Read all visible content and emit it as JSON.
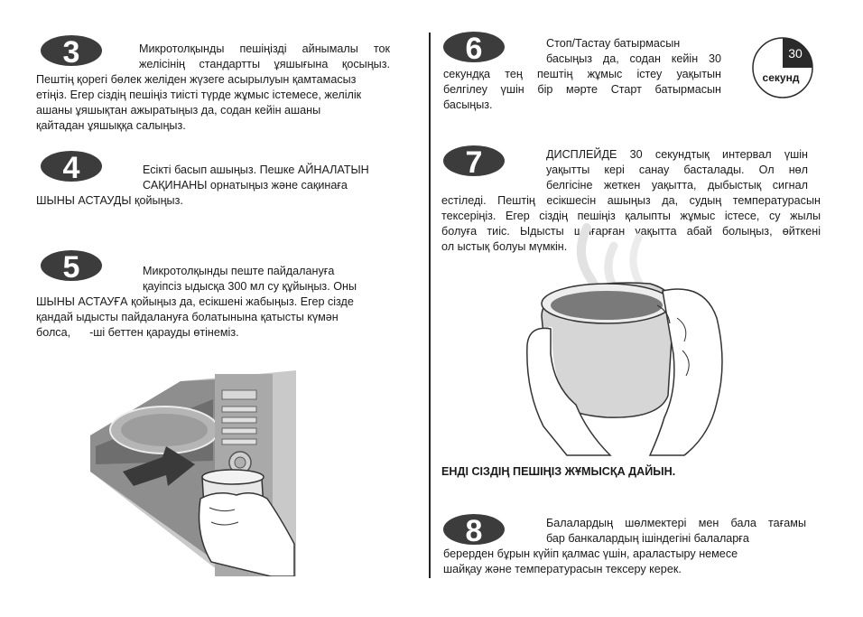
{
  "steps": [
    {
      "number": "3",
      "lines": [
        "Микротолқынды пешіңізді айнымалы ток",
        "желісінің стандартты ұяшығына қосыңыз.",
        "Пештің қорегі бөлек желіден жүзеге асырылуын қамтамасыз",
        "етіңіз. Егер сіздің пешіңіз тиісті түрде жұмыс істемесе, желілік",
        "ашаны ұяшықтан ажыратыңыз да, содан кейін ашаны",
        "қайтадан ұяшыққа салыңыз."
      ]
    },
    {
      "number": "4",
      "lines": [
        "Есікті басып ашыңыз. Пешке АЙНАЛАТЫН",
        "САҚИНАНЫ орнатыңыз және сақинаға",
        "ШЫНЫ АСТАУДЫ қойыңыз."
      ]
    },
    {
      "number": "5",
      "lines": [
        "Микротолқынды пеште пайдалануға",
        "қауіпсіз ыдысқа 300 мл су құйыңыз. Оны",
        "ШЫНЫ АСТАУҒА қойыңыз да, есікшені жабыңыз. Егер сізде",
        "қандай ыдысты пайдалануға болатынына қатысты күмән",
        "болса,      -ші беттен қарауды өтінеміз."
      ]
    },
    {
      "number": "6",
      "lines": [
        "Стоп/Тастау батырмасын",
        "басыңыз да, содан кейін 30",
        "секундқа тең пештің жұмыс істеу уақытын",
        "белгілеу үшін бір мәрте Старт батырмасын",
        "басыңыз."
      ]
    },
    {
      "number": "7",
      "lines": [
        "ДИСПЛЕЙДЕ 30 секундтық интервал үшін",
        "уақытты кері санау басталады. Ол нөл",
        "белгісіне жеткен уақытта, дыбыстық сигнал",
        "естіледі. Пештің есікшесін ашыңыз да, судың температурасын",
        "тексеріңіз. Егер сіздің пешіңіз қалыпты жұмыс істесе, су жылы",
        "болуға тиіс. Ыдысты шығарған уақытта абай болыңыз, өйткені",
        "ол ыстық болуы мүмкін."
      ]
    },
    {
      "number": "8",
      "lines": [
        "Балалардың шөлмектері мен бала тағамы",
        "бар банкалардың ішіндегіні балаларға",
        "берерден бұрын күйіп қалмас үшін, араластыру немесе",
        "шайқау және температурасын тексеру керек."
      ]
    }
  ],
  "timer": {
    "value": "30",
    "unit": "секунд"
  },
  "ready_heading": "ЕНДІ СІЗДІҢ ПЕШІҢІЗ ЖҰМЫСҚА ДАЙЫН.",
  "icons": {
    "step_badge": "number-ellipse-icon",
    "timer": "stopwatch-icon",
    "microwave": "microwave-illustration",
    "cup": "hot-cup-illustration"
  },
  "colors": {
    "badge_fill": "#3c3c3c",
    "badge_digit": "#ffffff",
    "text": "#1a1a1a"
  }
}
